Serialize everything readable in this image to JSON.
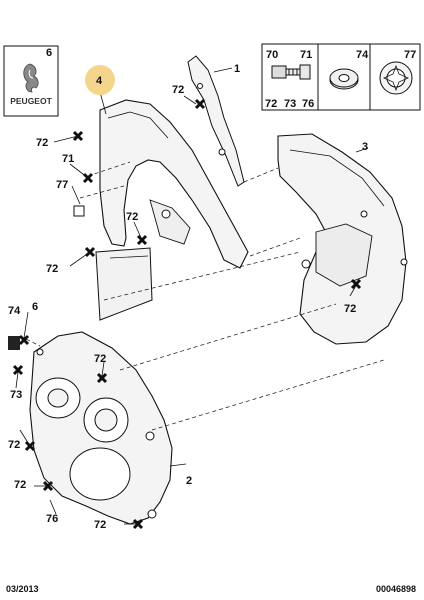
{
  "brand": {
    "name": "PEUGEOT",
    "corner_mark": "6",
    "logo_icon": "lion-icon"
  },
  "callouts": {
    "highlight": "4",
    "part_1": "1",
    "part_2": "2",
    "part_3": "3",
    "part_6": "6",
    "c72_a": "72",
    "c72_b": "72",
    "c72_c": "72",
    "c72_d": "72",
    "c72_e": "72",
    "c72_f": "72",
    "c72_g": "72",
    "c72_h": "72",
    "c72_i": "72",
    "c71": "71",
    "c77": "77",
    "c73": "73",
    "c74": "74",
    "c76": "76"
  },
  "legend": {
    "box1_top": [
      "70",
      "71"
    ],
    "box1_bottom": [
      "72",
      "73",
      "76"
    ],
    "box2": "74",
    "box3": "77"
  },
  "footer": {
    "date": "03/2013",
    "reference": "00046898"
  },
  "colors": {
    "highlight": "#f5d58c",
    "ink": "#111111",
    "part_fill": "#f4f4f4"
  }
}
